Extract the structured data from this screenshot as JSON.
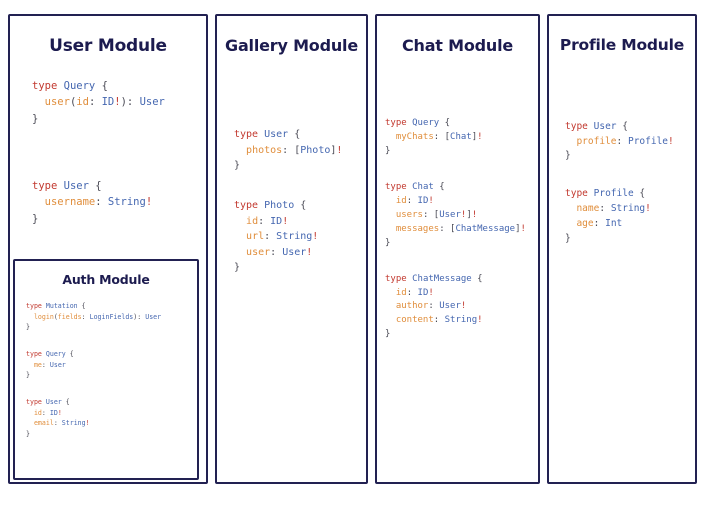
{
  "page": {
    "background": "#ffffff",
    "border_color": "#222152",
    "title_color": "#1c1b4f"
  },
  "syntax_colors": {
    "keyword": "#c2392f",
    "type_name": "#4567b0",
    "field_name": "#e08e3c",
    "punctuation": "#4a4a55",
    "non_null_bang": "#c2392f"
  },
  "modules": [
    {
      "id": "user",
      "title": "User Module",
      "code_lines": [
        "type Query {",
        "  user(id: ID!): User",
        "}",
        "",
        "",
        "type User {",
        "  username: String!",
        "}"
      ],
      "schema": {
        "types": [
          {
            "name": "Query",
            "fields": [
              {
                "name": "user",
                "args": [
                  {
                    "name": "id",
                    "type": "ID!"
                  }
                ],
                "type": "User"
              }
            ]
          },
          {
            "name": "User",
            "fields": [
              {
                "name": "username",
                "args": [],
                "type": "String!"
              }
            ]
          }
        ]
      }
    },
    {
      "id": "auth",
      "title": "Auth Module",
      "nested_in": "user",
      "code_lines": [
        "type Mutation {",
        "  login(fields: LoginFields): User",
        "}",
        "",
        "type Query {",
        "  me: User",
        "}",
        "",
        "type User {",
        "  id: ID!",
        "  email: String!",
        "}"
      ],
      "schema": {
        "types": [
          {
            "name": "Mutation",
            "fields": [
              {
                "name": "login",
                "args": [
                  {
                    "name": "fields",
                    "type": "LoginFields"
                  }
                ],
                "type": "User"
              }
            ]
          },
          {
            "name": "Query",
            "fields": [
              {
                "name": "me",
                "args": [],
                "type": "User"
              }
            ]
          },
          {
            "name": "User",
            "fields": [
              {
                "name": "id",
                "args": [],
                "type": "ID!"
              },
              {
                "name": "email",
                "args": [],
                "type": "String!"
              }
            ]
          }
        ]
      }
    },
    {
      "id": "gallery",
      "title": "Gallery Module",
      "code_lines": [
        "type User {",
        "  photos: [Photo]!",
        "}",
        "",
        "type Photo {",
        "  id: ID!",
        "  url: String!",
        "  user: User!",
        "}"
      ],
      "schema": {
        "types": [
          {
            "name": "User",
            "fields": [
              {
                "name": "photos",
                "args": [],
                "type": "[Photo]!"
              }
            ]
          },
          {
            "name": "Photo",
            "fields": [
              {
                "name": "id",
                "args": [],
                "type": "ID!"
              },
              {
                "name": "url",
                "args": [],
                "type": "String!"
              },
              {
                "name": "user",
                "args": [],
                "type": "User!"
              }
            ]
          }
        ]
      }
    },
    {
      "id": "chat",
      "title": "Chat Module",
      "code_lines": [
        "type Query {",
        "  myChats: [Chat]!",
        "}",
        "",
        "type Chat {",
        "  id: ID!",
        "  users: [User!]!",
        "  messages: [ChatMessage]!",
        "}",
        "",
        "type ChatMessage {",
        "  id: ID!",
        "  author: User!",
        "  content: String!",
        "}"
      ],
      "schema": {
        "types": [
          {
            "name": "Query",
            "fields": [
              {
                "name": "myChats",
                "args": [],
                "type": "[Chat]!"
              }
            ]
          },
          {
            "name": "Chat",
            "fields": [
              {
                "name": "id",
                "args": [],
                "type": "ID!"
              },
              {
                "name": "users",
                "args": [],
                "type": "[User!]!"
              },
              {
                "name": "messages",
                "args": [],
                "type": "[ChatMessage]!"
              }
            ]
          },
          {
            "name": "ChatMessage",
            "fields": [
              {
                "name": "id",
                "args": [],
                "type": "ID!"
              },
              {
                "name": "author",
                "args": [],
                "type": "User!"
              },
              {
                "name": "content",
                "args": [],
                "type": "String!"
              }
            ]
          }
        ]
      }
    },
    {
      "id": "profile",
      "title": "Profile Module",
      "code_lines": [
        "type User {",
        "  profile: Profile!",
        "}",
        "",
        "type Profile {",
        "  name: String!",
        "  age: Int",
        "}"
      ],
      "schema": {
        "types": [
          {
            "name": "User",
            "fields": [
              {
                "name": "profile",
                "args": [],
                "type": "Profile!"
              }
            ]
          },
          {
            "name": "Profile",
            "fields": [
              {
                "name": "name",
                "args": [],
                "type": "String!"
              },
              {
                "name": "age",
                "args": [],
                "type": "Int"
              }
            ]
          }
        ]
      }
    }
  ]
}
